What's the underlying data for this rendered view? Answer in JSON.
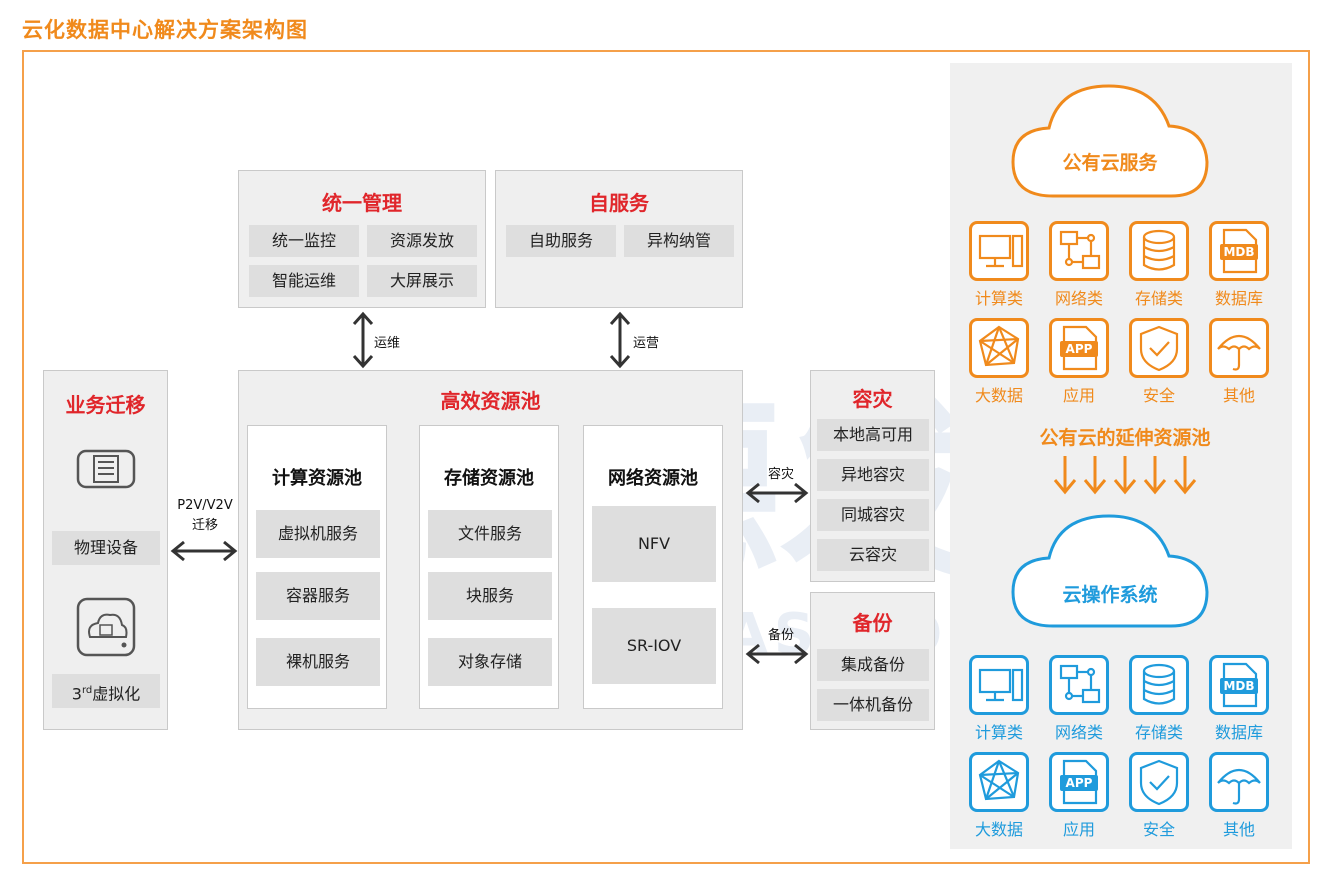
{
  "title": "云化数据中心解决方案架构图",
  "mgmt": {
    "title": "统一管理",
    "items": [
      "统一监控",
      "资源发放",
      "智能运维",
      "大屏展示"
    ]
  },
  "selfsvc": {
    "title": "自服务",
    "items": [
      "自助服务",
      "异构纳管"
    ]
  },
  "arrows": {
    "ops": "运维",
    "operate": "运营",
    "p2v": "P2V/V2V",
    "migrate": "迁移",
    "dr": "容灾",
    "backup": "备份"
  },
  "migration": {
    "title": "业务迁移",
    "physical": "物理设备",
    "virt_prefix": "3",
    "virt_sup": "rd",
    "virt_suffix": "虚拟化"
  },
  "pool": {
    "title": "高效资源池",
    "compute": {
      "title": "计算资源池",
      "items": [
        "虚拟机服务",
        "容器服务",
        "裸机服务"
      ]
    },
    "storage": {
      "title": "存储资源池",
      "items": [
        "文件服务",
        "块服务",
        "对象存储"
      ]
    },
    "network": {
      "title": "网络资源池",
      "items": [
        "NFV",
        "SR-IOV"
      ]
    }
  },
  "dr": {
    "title": "容灾",
    "items": [
      "本地高可用",
      "异地容灾",
      "同城容灾",
      "云容灾"
    ]
  },
  "backup": {
    "title": "备份",
    "items": [
      "集成备份",
      "一体机备份"
    ]
  },
  "public_cloud": {
    "title": "公有云服务",
    "tiles": [
      {
        "label": "计算类",
        "icon": "computer-icon"
      },
      {
        "label": "网络类",
        "icon": "network-icon"
      },
      {
        "label": "存储类",
        "icon": "database-icon"
      },
      {
        "label": "数据库",
        "icon": "mdb-icon",
        "badge": "MDB"
      },
      {
        "label": "大数据",
        "icon": "bigdata-icon"
      },
      {
        "label": "应用",
        "icon": "app-icon",
        "badge": "APP"
      },
      {
        "label": "安全",
        "icon": "shield-icon"
      },
      {
        "label": "其他",
        "icon": "umbrella-icon"
      }
    ]
  },
  "extension_title": "公有云的延伸资源池",
  "cloud_os": {
    "title": "云操作系统",
    "tiles": [
      {
        "label": "计算类",
        "icon": "computer-icon"
      },
      {
        "label": "网络类",
        "icon": "network-icon"
      },
      {
        "label": "存储类",
        "icon": "database-icon"
      },
      {
        "label": "数据库",
        "icon": "mdb-icon",
        "badge": "MDB"
      },
      {
        "label": "大数据",
        "icon": "bigdata-icon"
      },
      {
        "label": "应用",
        "icon": "app-icon",
        "badge": "APP"
      },
      {
        "label": "安全",
        "icon": "shield-icon"
      },
      {
        "label": "其他",
        "icon": "umbrella-icon"
      }
    ]
  },
  "watermark": {
    "text": "德发",
    "registered": "®",
    "domain": "DEFAS.COM"
  },
  "colors": {
    "orange": "#f08a1c",
    "blue": "#1f9bdc",
    "red": "#e0262b"
  }
}
